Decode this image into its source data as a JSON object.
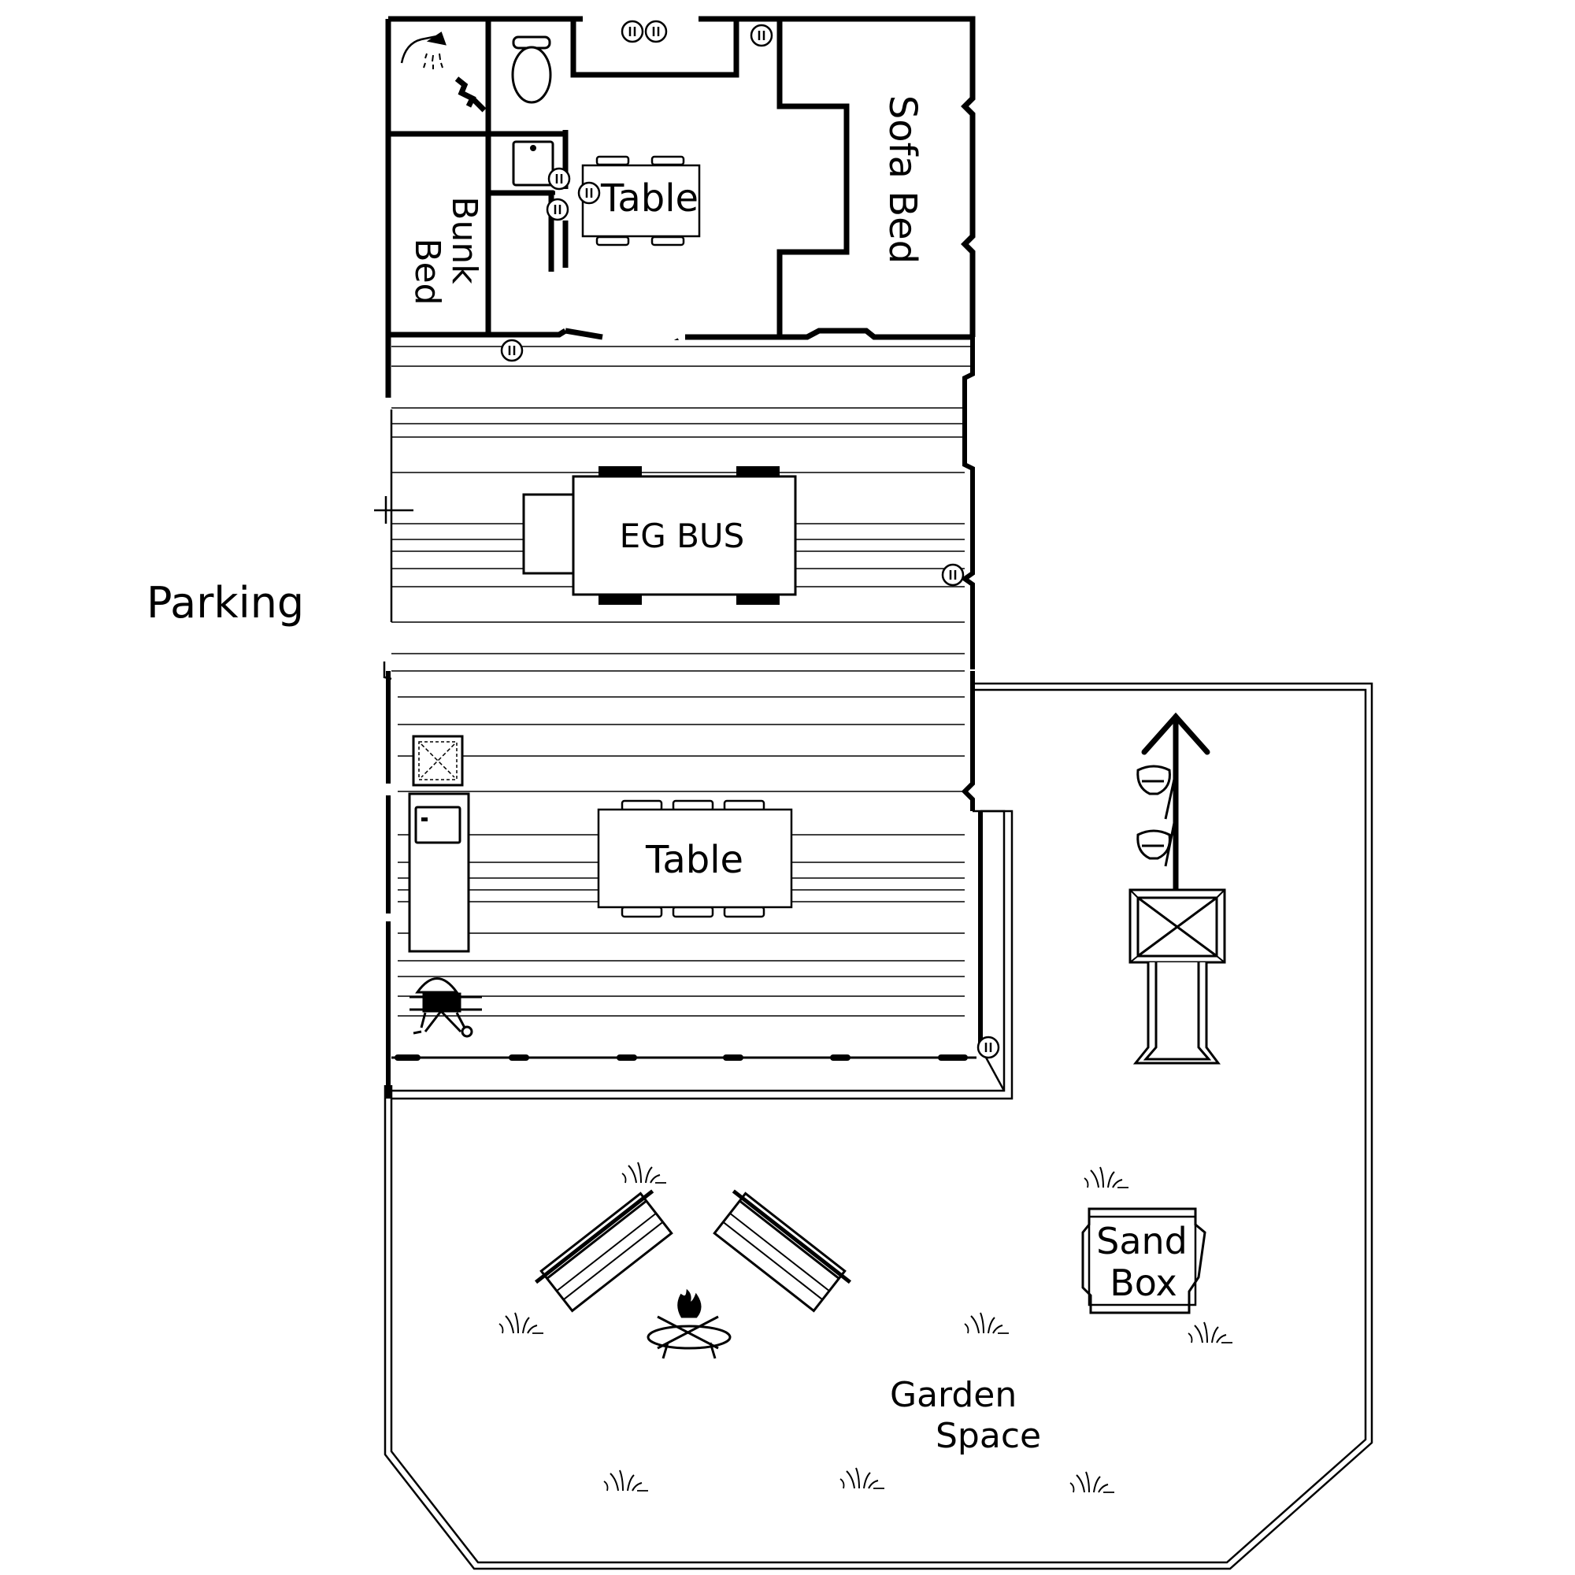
{
  "labels": {
    "parking": "Parking",
    "bunk_bed_line1": "Bunk",
    "bunk_bed_line2": "Bed",
    "sofa_bed": "Sofa Bed",
    "cabin_table": "Table",
    "bus": "EG BUS",
    "deck_table": "Table",
    "sand_box_line1": "Sand",
    "sand_box_line2": "Box",
    "garden_line1": "Garden",
    "garden_line2": "Space"
  },
  "icons": {
    "shower": "shower-icon",
    "toilet": "toilet-icon",
    "sink": "sink-icon",
    "outlet": "power-outlet-icon",
    "bbq": "bbq-grill-icon",
    "fire_pit": "fire-pit-icon",
    "grass": "grass-tuft-icon",
    "swing": "swing-seat-icon",
    "slide": "slide-icon",
    "arrow": "arrow-up-icon",
    "fridge": "fridge-icon",
    "storage_box": "storage-box-icon",
    "bench": "garden-bench-icon"
  },
  "colors": {
    "ink": "#000000",
    "background": "#ffffff"
  }
}
